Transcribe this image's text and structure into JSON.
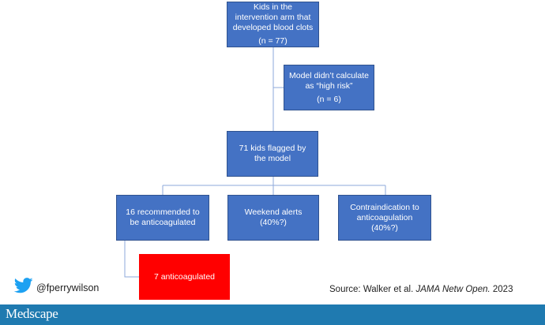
{
  "nodes": {
    "root": {
      "text": "Kids in the intervention arm that developed blood clots",
      "n": "(n = 77)"
    },
    "excluded": {
      "text": "Model didn’t calculate as “high risk”",
      "n": "(n = 6)"
    },
    "flagged": {
      "text": "71 kids flagged by the model"
    },
    "recommended": {
      "text": "16 recommended to be anticoagulated"
    },
    "weekend": {
      "text": "Weekend alerts (40%?)"
    },
    "contra": {
      "text": "Contraindication to anticoagulation (40%?)"
    },
    "anticoagulated": {
      "text": "7 anticoagulated"
    }
  },
  "footer": {
    "twitter_icon": "twitter-bird-icon",
    "handle": "@fperrywilson",
    "source_prefix": "Source: Walker et al. ",
    "source_journal": "JAMA Netw Open.",
    "source_year": " 2023",
    "brand": "Medscape",
    "bar_color": "#1f7ab0"
  },
  "colors": {
    "box": "#4472c4",
    "highlight": "#ff0000",
    "connector": "#7f9fd0"
  }
}
